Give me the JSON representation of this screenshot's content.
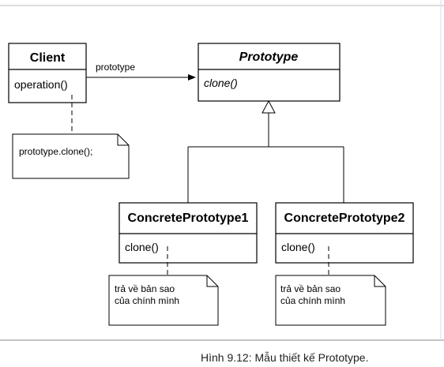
{
  "diagram": {
    "classes": {
      "client": {
        "name": "Client",
        "operation": "operation()"
      },
      "prototype": {
        "name": "Prototype",
        "operation": "clone()"
      },
      "concrete1": {
        "name": "ConcretePrototype1",
        "operation": "clone()"
      },
      "concrete2": {
        "name": "ConcretePrototype2",
        "operation": "clone()"
      }
    },
    "association_label": "prototype",
    "notes": {
      "client_note": "prototype.clone();",
      "concrete1_note_line1": "trả về bản sao",
      "concrete1_note_line2": "của chính mình",
      "concrete2_note_line1": "trả về bản sao",
      "concrete2_note_line2": "của chính mình"
    }
  },
  "caption": "Hình 9.12: Mẫu thiết kế Prototype."
}
